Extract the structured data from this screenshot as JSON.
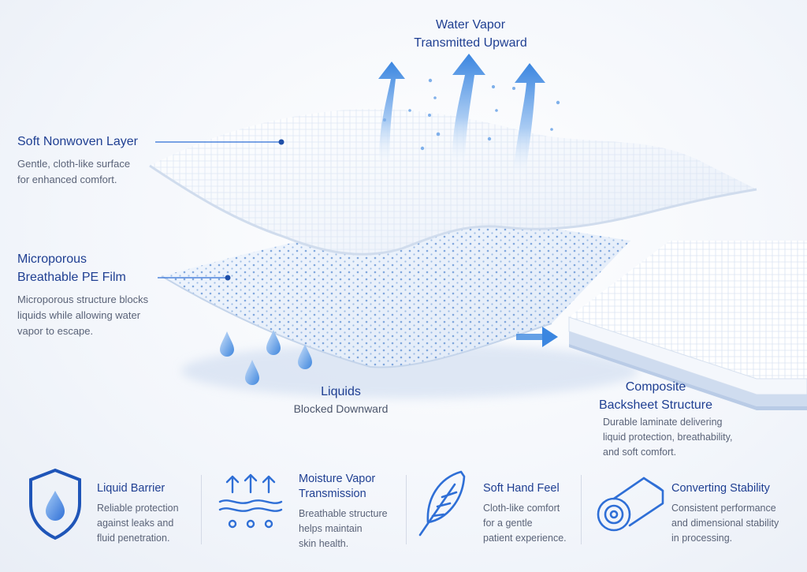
{
  "top_label": {
    "title_lines": [
      "Water Vapor",
      "Transmitted Upward"
    ]
  },
  "layer_nonwoven": {
    "title": "Soft Nonwoven Layer",
    "desc_lines": [
      "Gentle, cloth-like surface",
      "for enhanced comfort."
    ]
  },
  "layer_film": {
    "title_lines": [
      "Microporous",
      "Breathable PE Film"
    ],
    "desc_lines": [
      "Microporous structure blocks",
      "liquids while allowing water",
      "vapor to escape."
    ]
  },
  "liquids_label": {
    "title": "Liquids",
    "sub": "Blocked Downward"
  },
  "composite": {
    "title_lines": [
      "Composite",
      "Backsheet Structure"
    ],
    "desc_lines": [
      "Durable laminate delivering",
      "liquid protection, breathability,",
      "and soft comfort."
    ]
  },
  "features": [
    {
      "icon": "shield-drop-icon",
      "title_lines": [
        "Liquid Barrier"
      ],
      "desc_lines": [
        "Reliable protection",
        "against leaks and",
        "fluid penetration."
      ]
    },
    {
      "icon": "vapor-arrows-icon",
      "title_lines": [
        "Moisture Vapor",
        "Transmission"
      ],
      "desc_lines": [
        "Breathable structure",
        "helps maintain",
        "skin health."
      ]
    },
    {
      "icon": "feather-icon",
      "title_lines": [
        "Soft Hand Feel"
      ],
      "desc_lines": [
        "Cloth-like comfort",
        "for a gentle",
        "patient experience."
      ]
    },
    {
      "icon": "film-roll-icon",
      "title_lines": [
        "Converting Stability"
      ],
      "desc_lines": [
        "Consistent performance",
        "and dimensional stability",
        "in processing."
      ]
    }
  ],
  "colors": {
    "accent": "#2f6fd6",
    "title": "#1f3f92",
    "text": "#5a6378",
    "arrow_light": "#d6e6fa",
    "arrow_dark": "#3b86e0"
  }
}
